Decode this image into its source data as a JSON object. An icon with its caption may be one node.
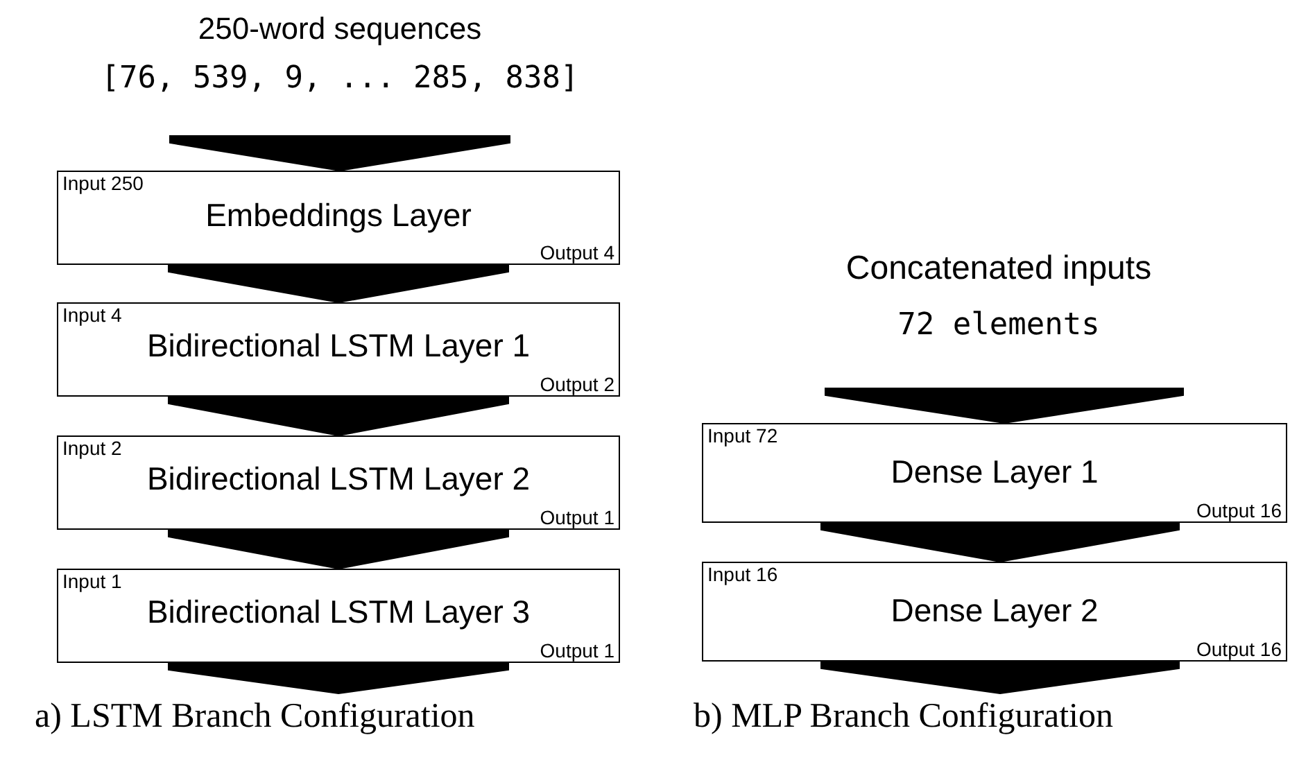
{
  "diagram": {
    "nodes": [
      {
        "text": [
          "250-word sequences",
          "[76, 539, 9, ... 285, 838]"
        ]
      },
      {
        "text": [
          "Input 250",
          "Embeddings Layer",
          "Output 4"
        ]
      },
      {
        "text": [
          "Input 4",
          "Bidirectional LSTM Layer 1",
          "Output 2"
        ]
      },
      {
        "text": [
          "Input 2",
          "Bidirectional LSTM Layer 2",
          "Output 1"
        ]
      },
      {
        "text": [
          "Input 1",
          "Bidirectional LSTM Layer 3",
          "Output 1"
        ]
      },
      {
        "text": [
          "Concatenated inputs",
          "72 elements"
        ]
      },
      {
        "text": [
          "Input 72",
          "Dense Layer 1",
          "Output 16"
        ]
      },
      {
        "text": [
          "Input 16",
          "Dense Layer 2",
          "Output 16"
        ]
      }
    ],
    "edges": [
      {
        "from": 0,
        "to": 1,
        "arrow": "to"
      },
      {
        "from": 1,
        "to": 2,
        "arrow": "to"
      },
      {
        "from": 2,
        "to": 3,
        "arrow": "to"
      },
      {
        "from": 3,
        "to": 4,
        "arrow": "to"
      },
      {
        "from": 4,
        "to": null,
        "arrow": "to"
      },
      {
        "from": 5,
        "to": 6,
        "arrow": "to"
      },
      {
        "from": 6,
        "to": 7,
        "arrow": "to"
      },
      {
        "from": 7,
        "to": null,
        "arrow": "to"
      }
    ],
    "labels": [
      "a) LSTM Branch Configuration",
      "b) MLP Branch Configuration"
    ]
  }
}
